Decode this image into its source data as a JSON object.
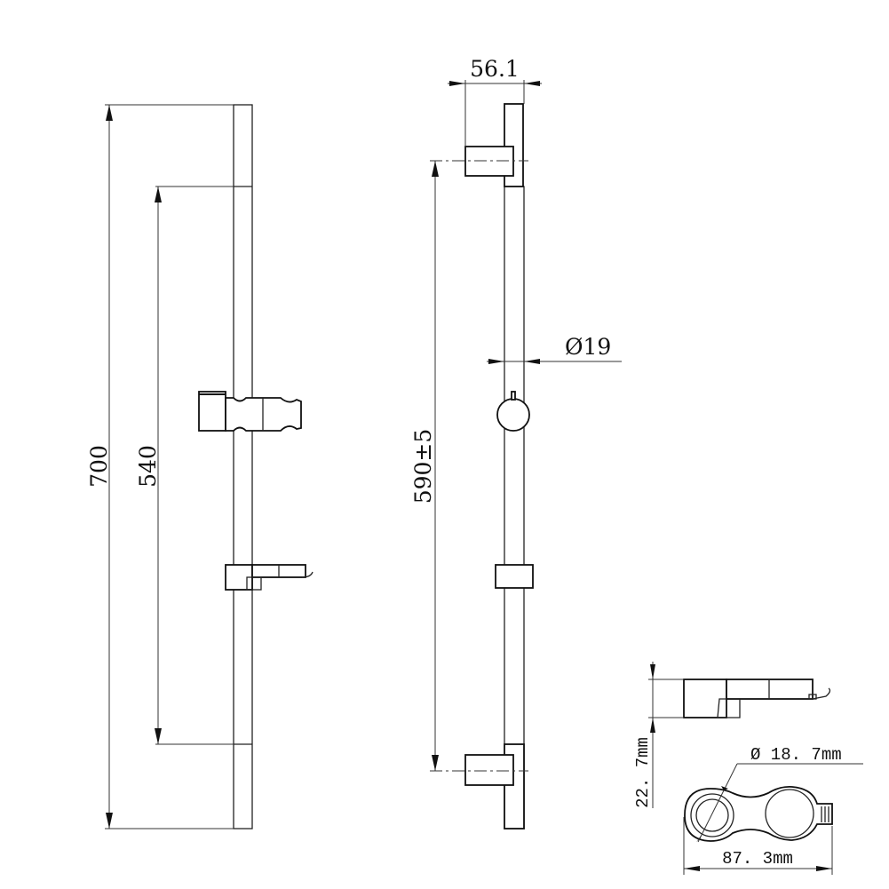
{
  "front_view": {
    "overall_length": "700",
    "bracket_spacing": "540"
  },
  "side_view": {
    "bracket_depth": "56.1",
    "bracket_spacing": "590±5",
    "rail_diameter": "Ø19"
  },
  "soap_dish_detail": {
    "height": "22. 7mm",
    "hole_diameter": "Ø 18. 7mm",
    "length": "87. 3mm"
  }
}
